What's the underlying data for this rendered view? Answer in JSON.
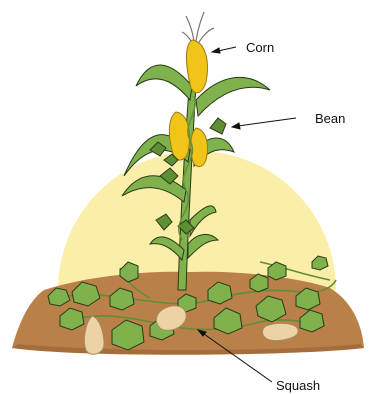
{
  "labels": {
    "corn": "Corn",
    "bean": "Bean",
    "squash": "Squash"
  },
  "colors": {
    "sun": "#fbeea8",
    "soil": "#b9804a",
    "soil_shadow": "#a56d3c",
    "leaf": "#7fb24d",
    "leaf_dark": "#5e8f35",
    "corn_cob": "#f0c419",
    "squash_fruit": "#ecd3a6",
    "outline": "#2b3a17"
  },
  "icons": {
    "plant": "corn-bean-squash-illustration"
  }
}
